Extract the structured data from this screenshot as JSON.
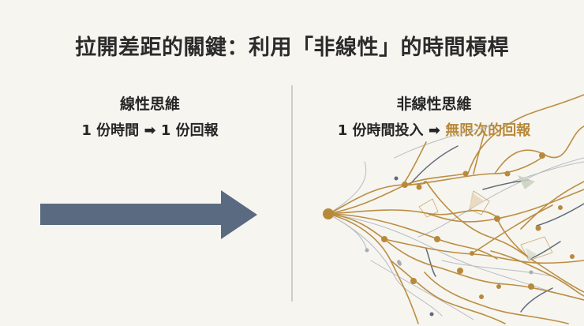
{
  "title": "拉開差距的關鍵：利用「非線性」的時間槓桿",
  "left": {
    "heading": "線性思維",
    "line_prefix": "1 份時間",
    "arrow": "➡",
    "line_suffix": "1 份回報",
    "graphic": "arrow-right-icon"
  },
  "right": {
    "heading": "非線性思維",
    "line_prefix": "1 份時間投入",
    "arrow": "➡",
    "line_suffix": "無限次的回報",
    "graphic": "branching-network-icon"
  },
  "colors": {
    "background": "#f6f5f0",
    "text": "#262626",
    "accent_gold": "#b8893a",
    "arrow_slate": "#5a6a80",
    "divider": "#cfcdc7"
  }
}
